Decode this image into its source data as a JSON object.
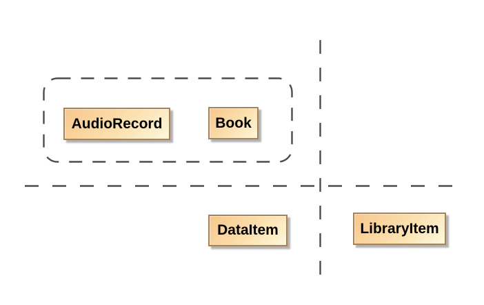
{
  "diagram": {
    "nodes": {
      "audio_record": {
        "label": "AudioRecord"
      },
      "book": {
        "label": "Book"
      },
      "data_item": {
        "label": "DataItem"
      },
      "library_item": {
        "label": "LibraryItem"
      }
    },
    "colors": {
      "background": "#ffffff",
      "node_fill_top_left": "#f8c68c",
      "node_fill_bottom_right": "#fef7dc",
      "node_border": "#a3835d",
      "node_shadow": "#919191",
      "dash_line": "#4d4d4d",
      "label_text": "#000000"
    }
  }
}
